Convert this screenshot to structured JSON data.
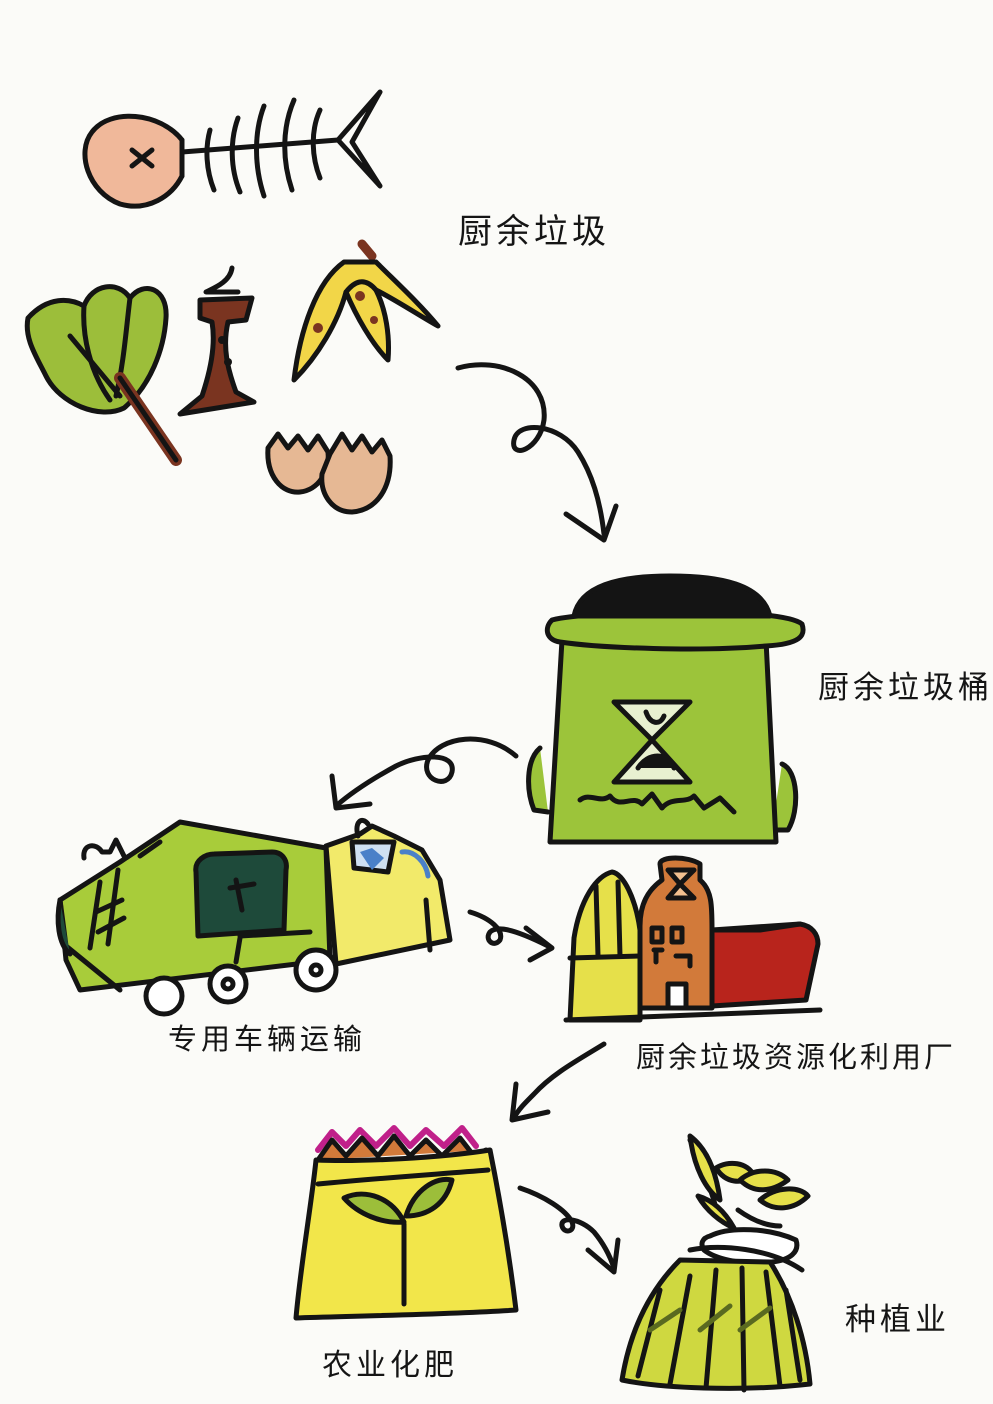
{
  "labels": {
    "kitchen_waste": "厨余垃圾",
    "waste_bin": "厨余垃圾桶",
    "transport": "专用车辆运输",
    "recycling_plant": "厨余垃圾资源化利用厂",
    "fertilizer": "农业化肥",
    "planting": "种植业"
  },
  "colors": {
    "ink": "#141414",
    "bin_green": "#9cc43a",
    "truck_green": "#a8cc3a",
    "truck_yellow": "#f2ea6a",
    "fish_pink": "#f0b89a",
    "brown": "#7a3420",
    "banana_yellow": "#f2d648",
    "egg_beige": "#e6b894",
    "plant_orange": "#d27a3a",
    "plant_red": "#b8241c",
    "fert_yellow": "#f2e64a",
    "fert_magenta": "#c0208a",
    "leaf_green": "#9cbe3a"
  },
  "icons": [
    "fish-bone-icon",
    "vegetable-icon",
    "apple-core-icon",
    "banana-peel-icon",
    "eggshell-icon",
    "food-waste-bin-icon",
    "garbage-truck-icon",
    "recycling-plant-icon",
    "fertilizer-bag-icon",
    "crop-bundle-icon",
    "flow-arrow-icon"
  ]
}
